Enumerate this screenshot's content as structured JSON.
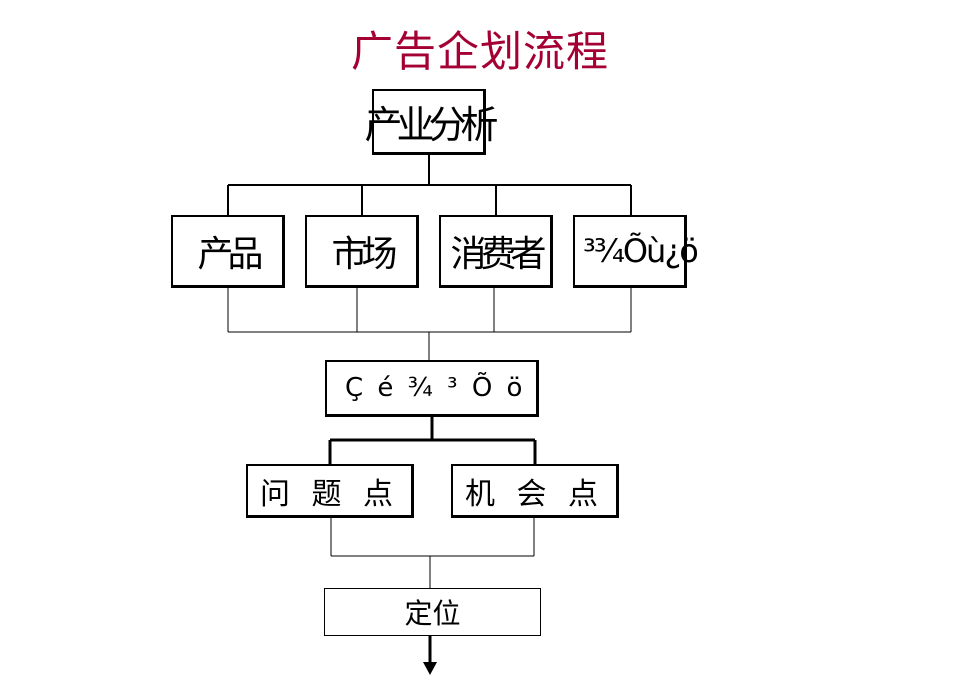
{
  "title": "广告企划流程",
  "top_box": "产业分析",
  "categories": [
    "产品",
    "市场",
    "消费者",
    "³¾Õù¿ö"
  ],
  "middle_box": "Ç é ¾ ³ Õ ö",
  "sub_boxes": [
    "问 题 点",
    "机 会 点"
  ],
  "final_box": "定位"
}
